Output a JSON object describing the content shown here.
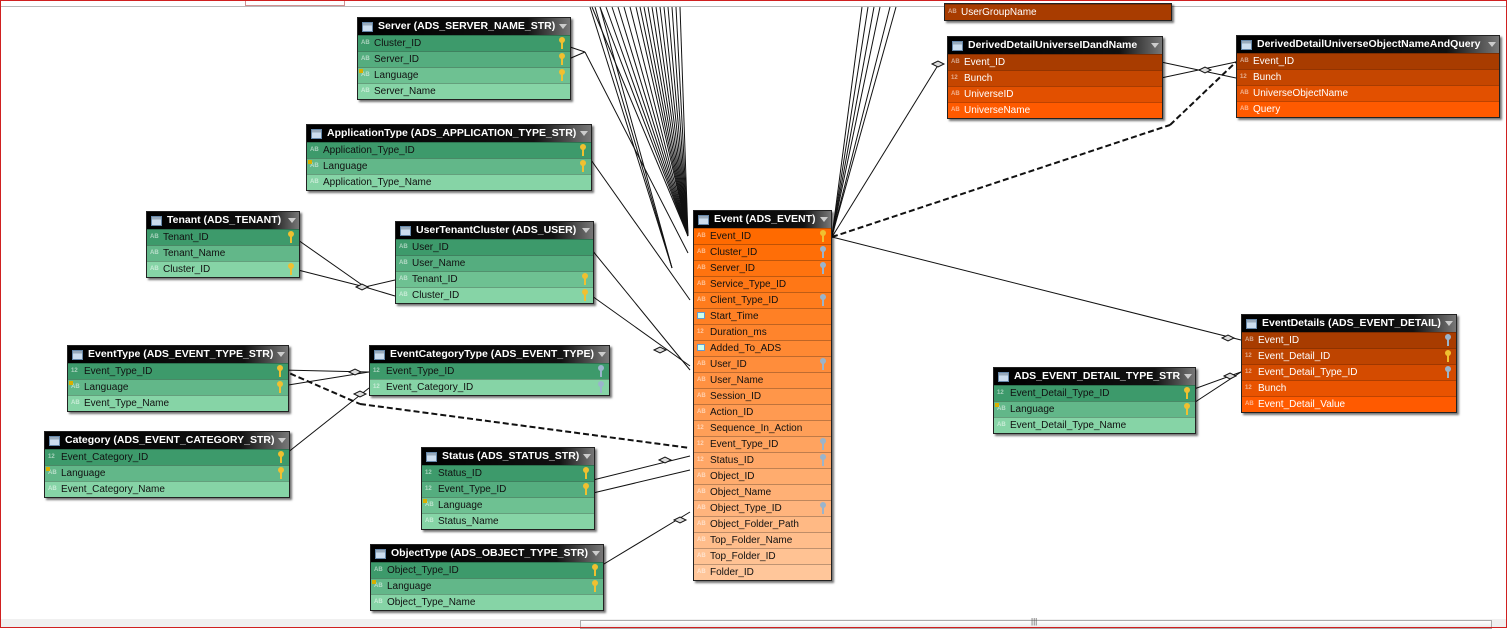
{
  "colors": {
    "green_top": "#3d9a6b",
    "green_bottom": "#86d4a6",
    "event_top": "#ff6a00",
    "event_bottom": "#ffc69a",
    "derived_top": "#a83c00",
    "derived_bottom": "#ff5a00",
    "frame": "#d02020"
  },
  "scrollbar": {
    "grip": "|||"
  },
  "tables": [
    {
      "id": "server",
      "title": "Server (ADS_SERVER_NAME_STR)",
      "theme": "green",
      "rows": [
        {
          "name": "Cluster_ID",
          "type": "AB",
          "key": "pk"
        },
        {
          "name": "Server_ID",
          "type": "AB",
          "key": "pk"
        },
        {
          "name": "Language",
          "type": "AB",
          "key": "pk",
          "flag": true
        },
        {
          "name": "Server_Name",
          "type": "AB"
        }
      ]
    },
    {
      "id": "application-type",
      "title": "ApplicationType (ADS_APPLICATION_TYPE_STR)",
      "theme": "green",
      "rows": [
        {
          "name": "Application_Type_ID",
          "type": "AB",
          "key": "pk"
        },
        {
          "name": "Language",
          "type": "AB",
          "key": "pk",
          "flag": true
        },
        {
          "name": "Application_Type_Name",
          "type": "AB"
        }
      ]
    },
    {
      "id": "tenant",
      "title": "Tenant (ADS_TENANT)",
      "theme": "green",
      "rows": [
        {
          "name": "Tenant_ID",
          "type": "AB",
          "key": "pk"
        },
        {
          "name": "Tenant_Name",
          "type": "AB"
        },
        {
          "name": "Cluster_ID",
          "type": "AB",
          "key": "pk"
        }
      ]
    },
    {
      "id": "user-tenant-cluster",
      "title": "UserTenantCluster (ADS_USER)",
      "theme": "green",
      "rows": [
        {
          "name": "User_ID",
          "type": "AB"
        },
        {
          "name": "User_Name",
          "type": "AB"
        },
        {
          "name": "Tenant_ID",
          "type": "AB",
          "key": "pk"
        },
        {
          "name": "Cluster_ID",
          "type": "AB",
          "key": "pk"
        }
      ]
    },
    {
      "id": "event-type",
      "title": "EventType (ADS_EVENT_TYPE_STR)",
      "theme": "green",
      "rows": [
        {
          "name": "Event_Type_ID",
          "type": "12",
          "key": "pk"
        },
        {
          "name": "Language",
          "type": "AB",
          "key": "pk",
          "flag": true
        },
        {
          "name": "Event_Type_Name",
          "type": "AB"
        }
      ]
    },
    {
      "id": "event-category-type",
      "title": "EventCategoryType (ADS_EVENT_TYPE)",
      "theme": "green",
      "rows": [
        {
          "name": "Event_Type_ID",
          "type": "12",
          "key": "fk"
        },
        {
          "name": "Event_Category_ID",
          "type": "12",
          "key": "fk"
        }
      ]
    },
    {
      "id": "category",
      "title": "Category (ADS_EVENT_CATEGORY_STR)",
      "theme": "green",
      "rows": [
        {
          "name": "Event_Category_ID",
          "type": "12",
          "key": "pk"
        },
        {
          "name": "Language",
          "type": "AB",
          "key": "pk",
          "flag": true
        },
        {
          "name": "Event_Category_Name",
          "type": "AB"
        }
      ]
    },
    {
      "id": "status",
      "title": "Status (ADS_STATUS_STR)",
      "theme": "green",
      "rows": [
        {
          "name": "Status_ID",
          "type": "12",
          "key": "pk"
        },
        {
          "name": "Event_Type_ID",
          "type": "12",
          "key": "pk"
        },
        {
          "name": "Language",
          "type": "AB",
          "flag": true
        },
        {
          "name": "Status_Name",
          "type": "AB"
        }
      ]
    },
    {
      "id": "object-type",
      "title": "ObjectType (ADS_OBJECT_TYPE_STR)",
      "theme": "green",
      "rows": [
        {
          "name": "Object_Type_ID",
          "type": "AB",
          "key": "pk"
        },
        {
          "name": "Language",
          "type": "AB",
          "key": "pk",
          "flag": true
        },
        {
          "name": "Object_Type_Name",
          "type": "AB"
        }
      ]
    },
    {
      "id": "event",
      "title": "Event (ADS_EVENT)",
      "theme": "event",
      "rows": [
        {
          "name": "Event_ID",
          "type": "AB",
          "key": "pk"
        },
        {
          "name": "Cluster_ID",
          "type": "AB",
          "key": "fk"
        },
        {
          "name": "Server_ID",
          "type": "AB",
          "key": "fk"
        },
        {
          "name": "Service_Type_ID",
          "type": "AB"
        },
        {
          "name": "Client_Type_ID",
          "type": "AB",
          "key": "fk"
        },
        {
          "name": "Start_Time",
          "type": "DT"
        },
        {
          "name": "Duration_ms",
          "type": "12"
        },
        {
          "name": "Added_To_ADS",
          "type": "DT"
        },
        {
          "name": "User_ID",
          "type": "AB",
          "key": "fk"
        },
        {
          "name": "User_Name",
          "type": "AB"
        },
        {
          "name": "Session_ID",
          "type": "AB"
        },
        {
          "name": "Action_ID",
          "type": "AB"
        },
        {
          "name": "Sequence_In_Action",
          "type": "12"
        },
        {
          "name": "Event_Type_ID",
          "type": "12",
          "key": "fk"
        },
        {
          "name": "Status_ID",
          "type": "12",
          "key": "fk"
        },
        {
          "name": "Object_ID",
          "type": "AB"
        },
        {
          "name": "Object_Name",
          "type": "AB"
        },
        {
          "name": "Object_Type_ID",
          "type": "AB",
          "key": "fk"
        },
        {
          "name": "Object_Folder_Path",
          "type": "AB"
        },
        {
          "name": "Top_Folder_Name",
          "type": "AB"
        },
        {
          "name": "Top_Folder_ID",
          "type": "AB"
        },
        {
          "name": "Folder_ID",
          "type": "AB"
        }
      ]
    },
    {
      "id": "user-group-partial",
      "title": "",
      "theme": "derived",
      "rows": [
        {
          "name": "UserGroupName",
          "type": "AB"
        }
      ]
    },
    {
      "id": "derived-universe-id-name",
      "title": "DerivedDetailUniverseIDandName",
      "theme": "derived",
      "rows": [
        {
          "name": "Event_ID",
          "type": "AB"
        },
        {
          "name": "Bunch",
          "type": "12"
        },
        {
          "name": "UniverseID",
          "type": "AB"
        },
        {
          "name": "UniverseName",
          "type": "AB"
        }
      ]
    },
    {
      "id": "derived-universe-object-query",
      "title": "DerivedDetailUniverseObjectNameAndQuery",
      "theme": "derived",
      "rows": [
        {
          "name": "Event_ID",
          "type": "AB"
        },
        {
          "name": "Bunch",
          "type": "12"
        },
        {
          "name": "UniverseObjectName",
          "type": "AB"
        },
        {
          "name": "Query",
          "type": "AB"
        }
      ]
    },
    {
      "id": "event-details",
      "title": "EventDetails (ADS_EVENT_DETAIL)",
      "theme": "derived",
      "rows": [
        {
          "name": "Event_ID",
          "type": "AB",
          "key": "fk"
        },
        {
          "name": "Event_Detail_ID",
          "type": "12",
          "key": "pk"
        },
        {
          "name": "Event_Detail_Type_ID",
          "type": "12",
          "key": "fk"
        },
        {
          "name": "Bunch",
          "type": "12"
        },
        {
          "name": "Event_Detail_Value",
          "type": "AB"
        }
      ]
    },
    {
      "id": "event-detail-type",
      "title": "ADS_EVENT_DETAIL_TYPE_STR",
      "theme": "green",
      "rows": [
        {
          "name": "Event_Detail_Type_ID",
          "type": "12",
          "key": "pk"
        },
        {
          "name": "Language",
          "type": "AB",
          "key": "pk",
          "flag": true
        },
        {
          "name": "Event_Detail_Type_Name",
          "type": "AB"
        }
      ]
    }
  ]
}
